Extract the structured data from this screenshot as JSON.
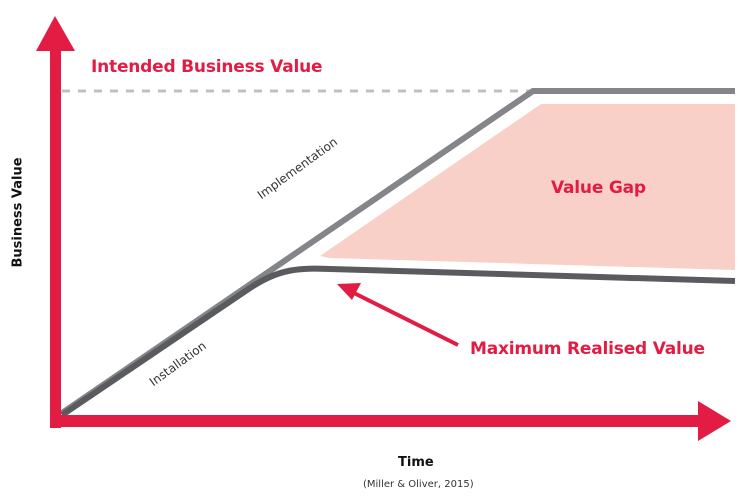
{
  "chart_data": {
    "type": "line",
    "title": "",
    "xlabel": "Time",
    "ylabel": "Business Value",
    "source": "(Miller & Oliver, 2015)",
    "grid": false,
    "series": [
      {
        "name": "Intended value (Implementation)",
        "label": "Implementation",
        "color": "#848589",
        "points": [
          [
            0,
            0
          ],
          [
            0.7,
            1.0
          ],
          [
            1.0,
            1.0
          ]
        ]
      },
      {
        "name": "Realised value (Installation)",
        "label": "Installation",
        "color": "#5a5b5e",
        "points": [
          [
            0,
            0
          ],
          [
            0.29,
            0.39
          ],
          [
            0.4,
            0.45
          ],
          [
            1.0,
            0.41
          ]
        ]
      }
    ],
    "reference_lines": [
      {
        "type": "horizontal-dashed",
        "y": 1.0,
        "label": "Intended Business Value",
        "color": "#c0c0c4"
      }
    ],
    "regions": [
      {
        "label": "Value Gap",
        "fill": "#f8d0c8",
        "between": [
          "Intended value",
          "Realised value"
        ]
      }
    ],
    "annotations": [
      {
        "text": "Intended Business Value",
        "color": "#e31c43"
      },
      {
        "text": "Value Gap",
        "color": "#e31c43"
      },
      {
        "text": "Maximum Realised Value",
        "color": "#e31c43",
        "arrow_to": "plateau of realised value"
      },
      {
        "text": "Implementation"
      },
      {
        "text": "Installation"
      }
    ]
  },
  "labels": {
    "intended": "Intended Business Value",
    "value_gap": "Value Gap",
    "max_realised": "Maximum Realised Value",
    "implementation": "Implementation",
    "installation": "Installation",
    "y_axis": "Business Value",
    "x_axis": "Time",
    "source": "(Miller & Oliver, 2015)"
  },
  "colors": {
    "axis": "#e31c43",
    "intended_line": "#848589",
    "realised_line": "#5a5b5e",
    "gap_fill": "#f8d0c8",
    "dashed": "#c0c0c4"
  }
}
